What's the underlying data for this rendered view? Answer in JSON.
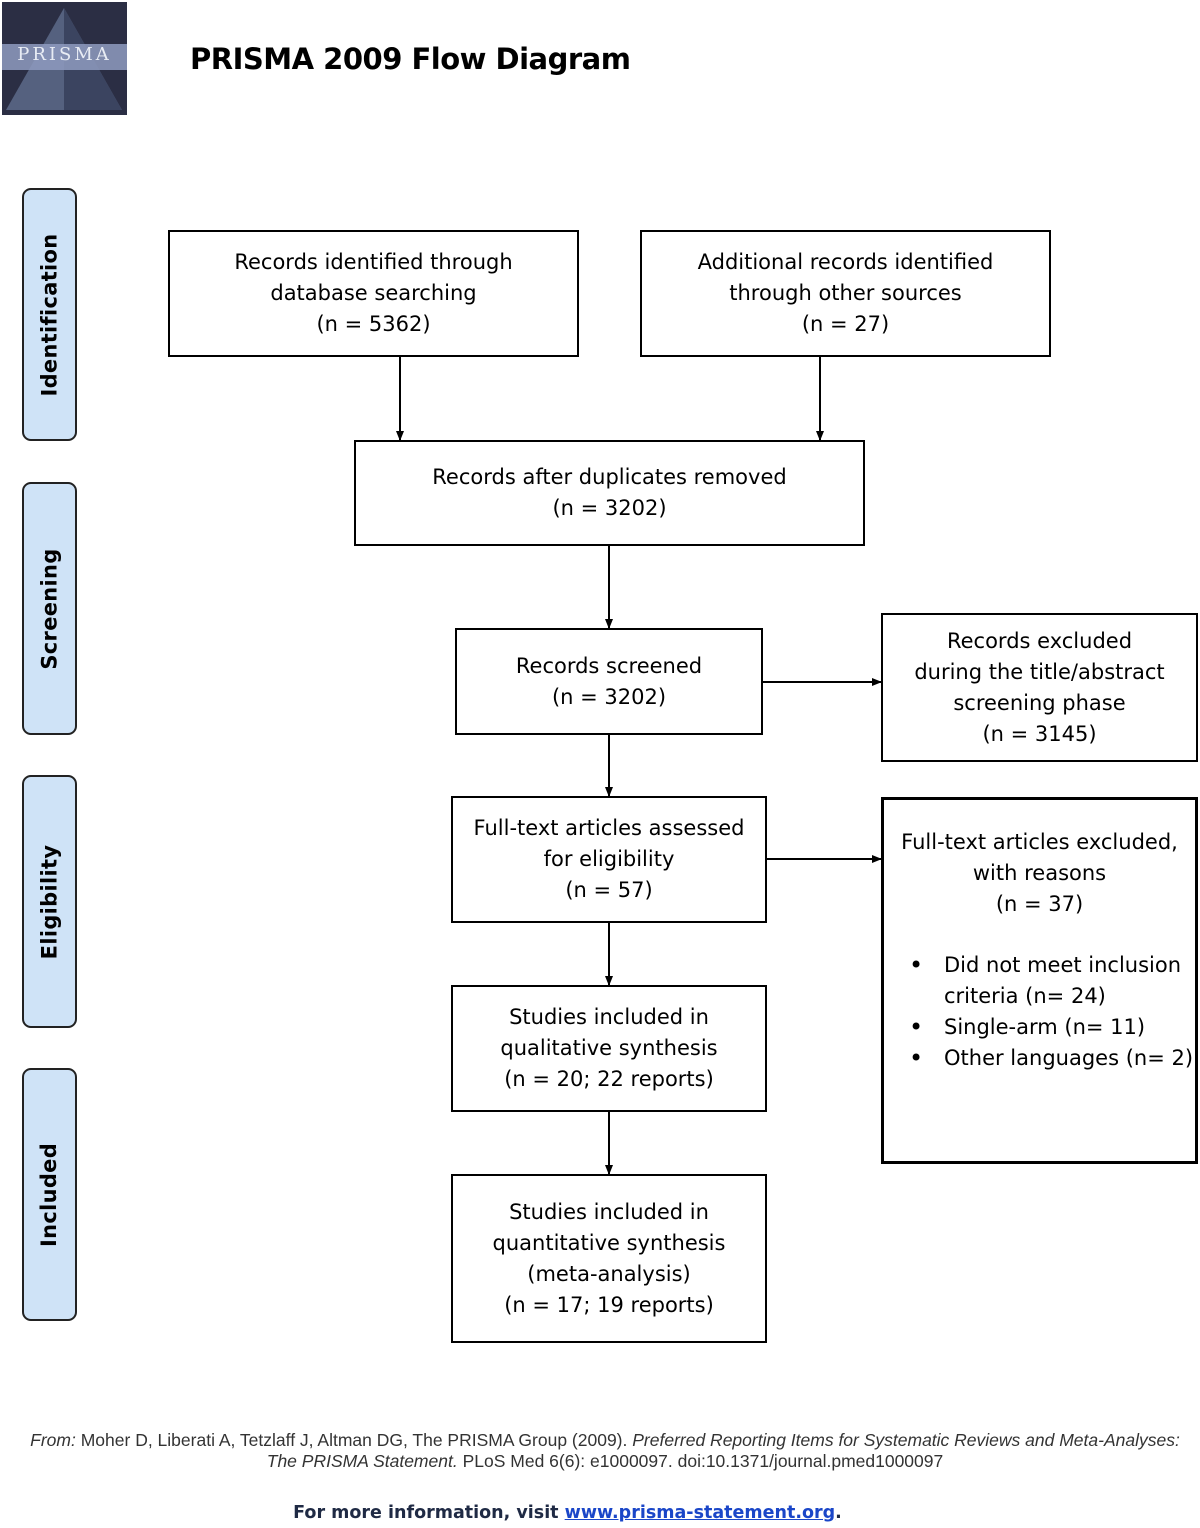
{
  "header": {
    "logo_text": "PRISMA",
    "title": "PRISMA 2009 Flow Diagram"
  },
  "stages": [
    "Identification",
    "Screening",
    "Eligibility",
    "Included"
  ],
  "boxes": {
    "db_search": {
      "lines": [
        "Records identified through",
        "database searching",
        "(n =  5362)"
      ]
    },
    "other_sources": {
      "lines": [
        "Additional records identified",
        "through other sources",
        "(n =   27)"
      ]
    },
    "dedup": {
      "lines": [
        "Records after duplicates removed",
        "(n =  3202)"
      ]
    },
    "screened": {
      "lines": [
        "Records screened",
        "(n =  3202)"
      ]
    },
    "excluded_screening": {
      "lines": [
        "Records excluded",
        "during the title/abstract",
        "screening phase",
        "(n =  3145)"
      ]
    },
    "fulltext": {
      "lines": [
        "Full-text articles assessed",
        "for eligibility",
        "(n =  57)"
      ]
    },
    "excluded_fulltext": {
      "lines": [
        "Full-text articles excluded,",
        "with reasons",
        "(n =  37)"
      ],
      "reasons": [
        "Did not meet inclusion",
        "criteria (n= 24)",
        "Single-arm  (n= 11)",
        "Other languages (n= 2)"
      ]
    },
    "qualitative": {
      "lines": [
        "Studies included in",
        "qualitative synthesis",
        "(n =  20; 22 reports)"
      ]
    },
    "quantitative": {
      "lines": [
        "Studies included in",
        "quantitative synthesis",
        "(meta-analysis)",
        "(n =   17;  19 reports)"
      ]
    }
  },
  "footer": {
    "from_label": "From:",
    "citation_part1": "Moher D, Liberati A, Tetzlaff J, Altman DG, The PRISMA Group (2009).",
    "citation_title": "Preferred Reporting Items for Systematic Reviews and Meta-Analyses: The PRISMA Statement.",
    "citation_part2": "PLoS Med 6(6): e1000097. doi:10.1371/journal.pmed1000097",
    "more_info_prefix": "For more information, visit",
    "more_info_link": "www.prisma-statement.org",
    "more_info_suffix": "."
  }
}
